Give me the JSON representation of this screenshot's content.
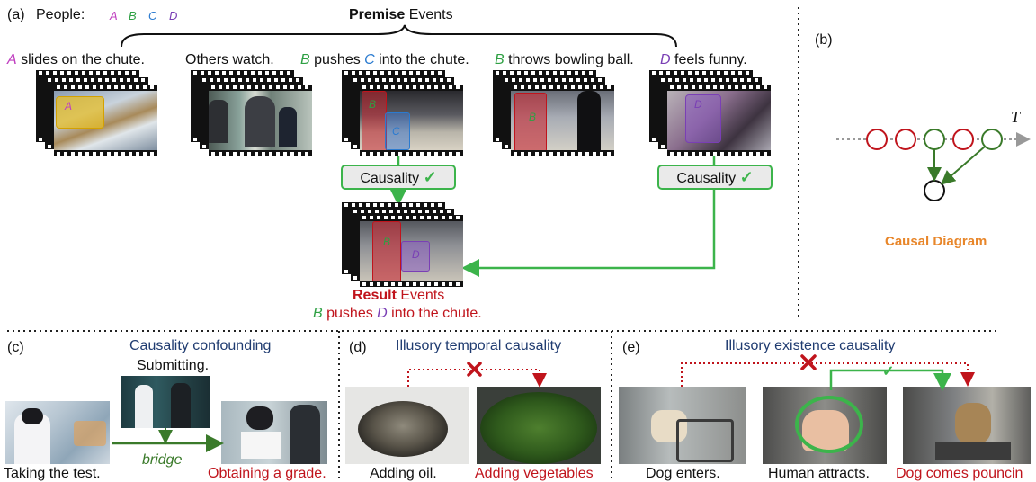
{
  "panel_a": {
    "label": "(a)",
    "people_label": "People:",
    "people": [
      "A",
      "B",
      "C",
      "D"
    ],
    "premise_bold": "Premise",
    "premise_rest": " Events",
    "events": [
      {
        "person": "A",
        "text": " slides on the chute."
      },
      {
        "person": "",
        "text": "Others watch."
      },
      {
        "person": "B",
        "text": " pushes ",
        "person2": "C",
        "text2": " into the chute."
      },
      {
        "person": "B",
        "text": " throws bowling ball."
      },
      {
        "person": "D",
        "text": " feels funny."
      }
    ],
    "causality_label": "Causality",
    "check": "✓",
    "result_bold": "Result",
    "result_rest": " Events",
    "result_person1": "B",
    "result_text": " pushes ",
    "result_person2": "D",
    "result_text2": " into the chute."
  },
  "panel_b": {
    "label": "(b)",
    "time_symbol": "T",
    "caption": "Causal Diagram"
  },
  "panel_c": {
    "label": "(c)",
    "title": "Causality confounding",
    "top_caption": "Submitting.",
    "left_caption": "Taking the test.",
    "bridge": "bridge",
    "right_caption": "Obtaining a grade."
  },
  "panel_d": {
    "label": "(d)",
    "title": "Illusory temporal causality",
    "left_caption": "Adding oil.",
    "right_caption": "Adding vegetables"
  },
  "panel_e": {
    "label": "(e)",
    "title": "Illusory existence causality",
    "left_caption": "Dog enters.",
    "mid_caption": "Human attracts.",
    "right_caption": "Dog comes pouncin",
    "check": "✓"
  },
  "colors": {
    "person_A": "#c040c0",
    "person_B": "#2ea043",
    "person_C": "#2b7bd0",
    "person_D": "#7a3fb5",
    "causal_green": "#3cb44b",
    "effect_red": "#c0141c",
    "title_navy": "#1f3b70",
    "caption_orange": "#e8862a"
  }
}
